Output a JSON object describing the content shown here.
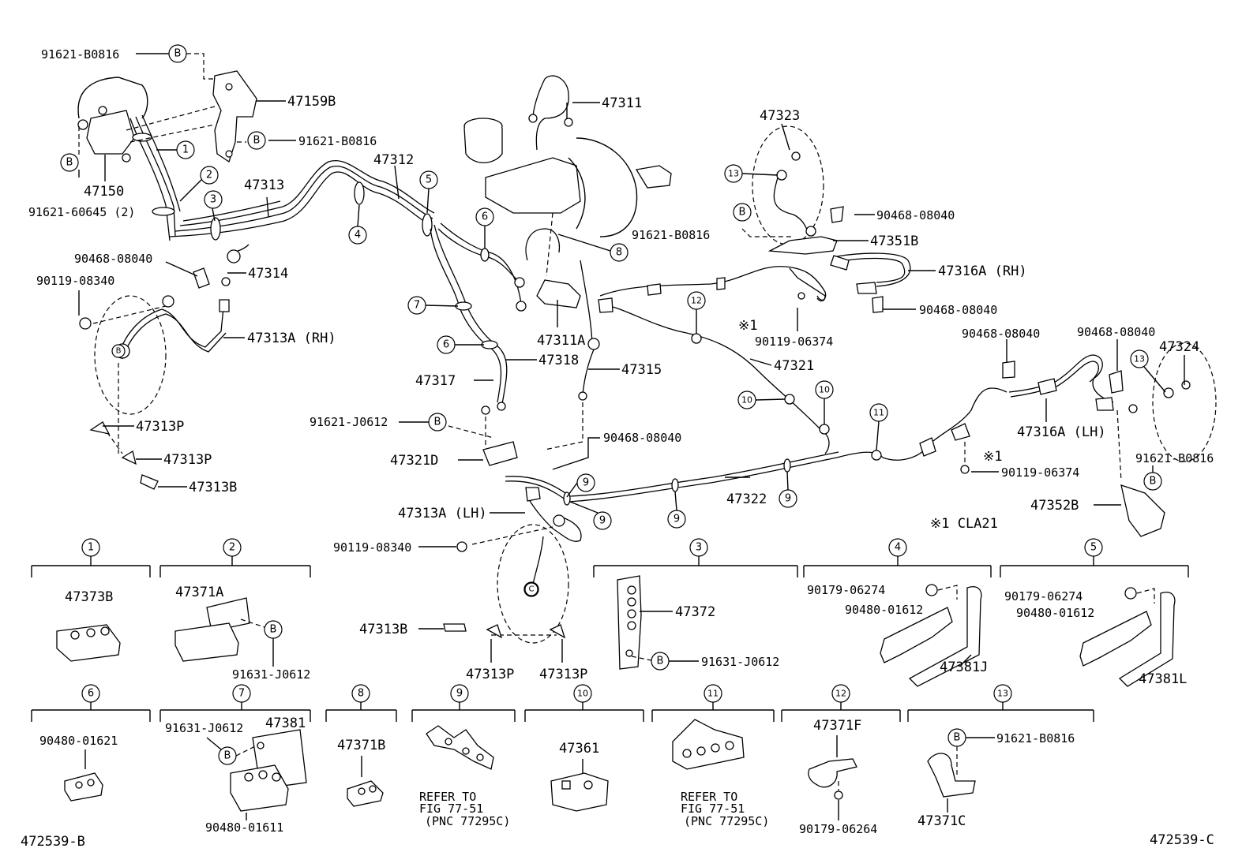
{
  "callouts": {
    "c01": "91621-B0816",
    "c02": "47159B",
    "c03": "91621-B0816",
    "c04": "47150",
    "c05": "91621-60645 (2)",
    "c06": "47313",
    "c07": "47312",
    "c08": "90468-08040",
    "c09": "47314",
    "c10": "90119-08340",
    "c11": "47313A (RH)",
    "c12": "47313P",
    "c13": "47313P",
    "c14": "47313B",
    "c15": "47311",
    "c16": "47311A",
    "c17": "47317",
    "c18": "47318",
    "c19": "47315",
    "c20": "91621-J0612",
    "c21": "47321D",
    "c22": "90468-08040",
    "c23": "47313A (LH)",
    "c24": "90119-08340",
    "c25": "47313B",
    "c26": "47313P",
    "c27": "47313P",
    "c28": "47323",
    "c29": "90468-08040",
    "c30": "91621-B0816",
    "c31": "47351B",
    "c32": "47316A (RH)",
    "c33": "90468-08040",
    "c34": "※1",
    "c35": "90119-06374",
    "c36": "47321",
    "c37": "47322",
    "c38": "90468-08040",
    "c39": "90468-08040",
    "c40": "47324",
    "c41": "47316A (LH)",
    "c42": "※1",
    "c43": "90119-06374",
    "c44": "91621-B0816",
    "c45": "47352B",
    "c46": "※1 CLA21"
  },
  "markers": {
    "bolt_b": "B",
    "bolt_c": "C"
  },
  "clip_numbers": [
    "1",
    "2",
    "3",
    "4",
    "5",
    "6",
    "7",
    "8",
    "9",
    "10",
    "11",
    "12",
    "13"
  ],
  "detail_boxes": {
    "d1_part": "47373B",
    "d2_part": "47371A",
    "d2_bolt": "91631-J0612",
    "d3_part": "47372",
    "d3_bolt": "91631-J0612",
    "d4_bolt": "90179-06274",
    "d4_clip": "90480-01612",
    "d4_part": "47381J",
    "d5_bolt": "90179-06274",
    "d5_clip": "90480-01612",
    "d5_part": "47381L",
    "d6_part": "90480-01621",
    "d7_bolt": "91631-J0612",
    "d7_part": "47381",
    "d7_clip": "90480-01611",
    "d8_part": "47371B",
    "d9_refer1": "REFER TO",
    "d9_refer2": "FIG 77-51",
    "d9_refer3": "(PNC 77295C)",
    "d10_part": "47361",
    "d11_refer1": "REFER TO",
    "d11_refer2": "FIG 77-51",
    "d11_refer3": "(PNC 77295C)",
    "d12_part": "47371F",
    "d12_bolt": "90179-06264",
    "d13_bolt": "91621-B0816",
    "d13_part": "47371C"
  },
  "footer": {
    "left_id": "472539-B",
    "right_id": "472539-C"
  }
}
